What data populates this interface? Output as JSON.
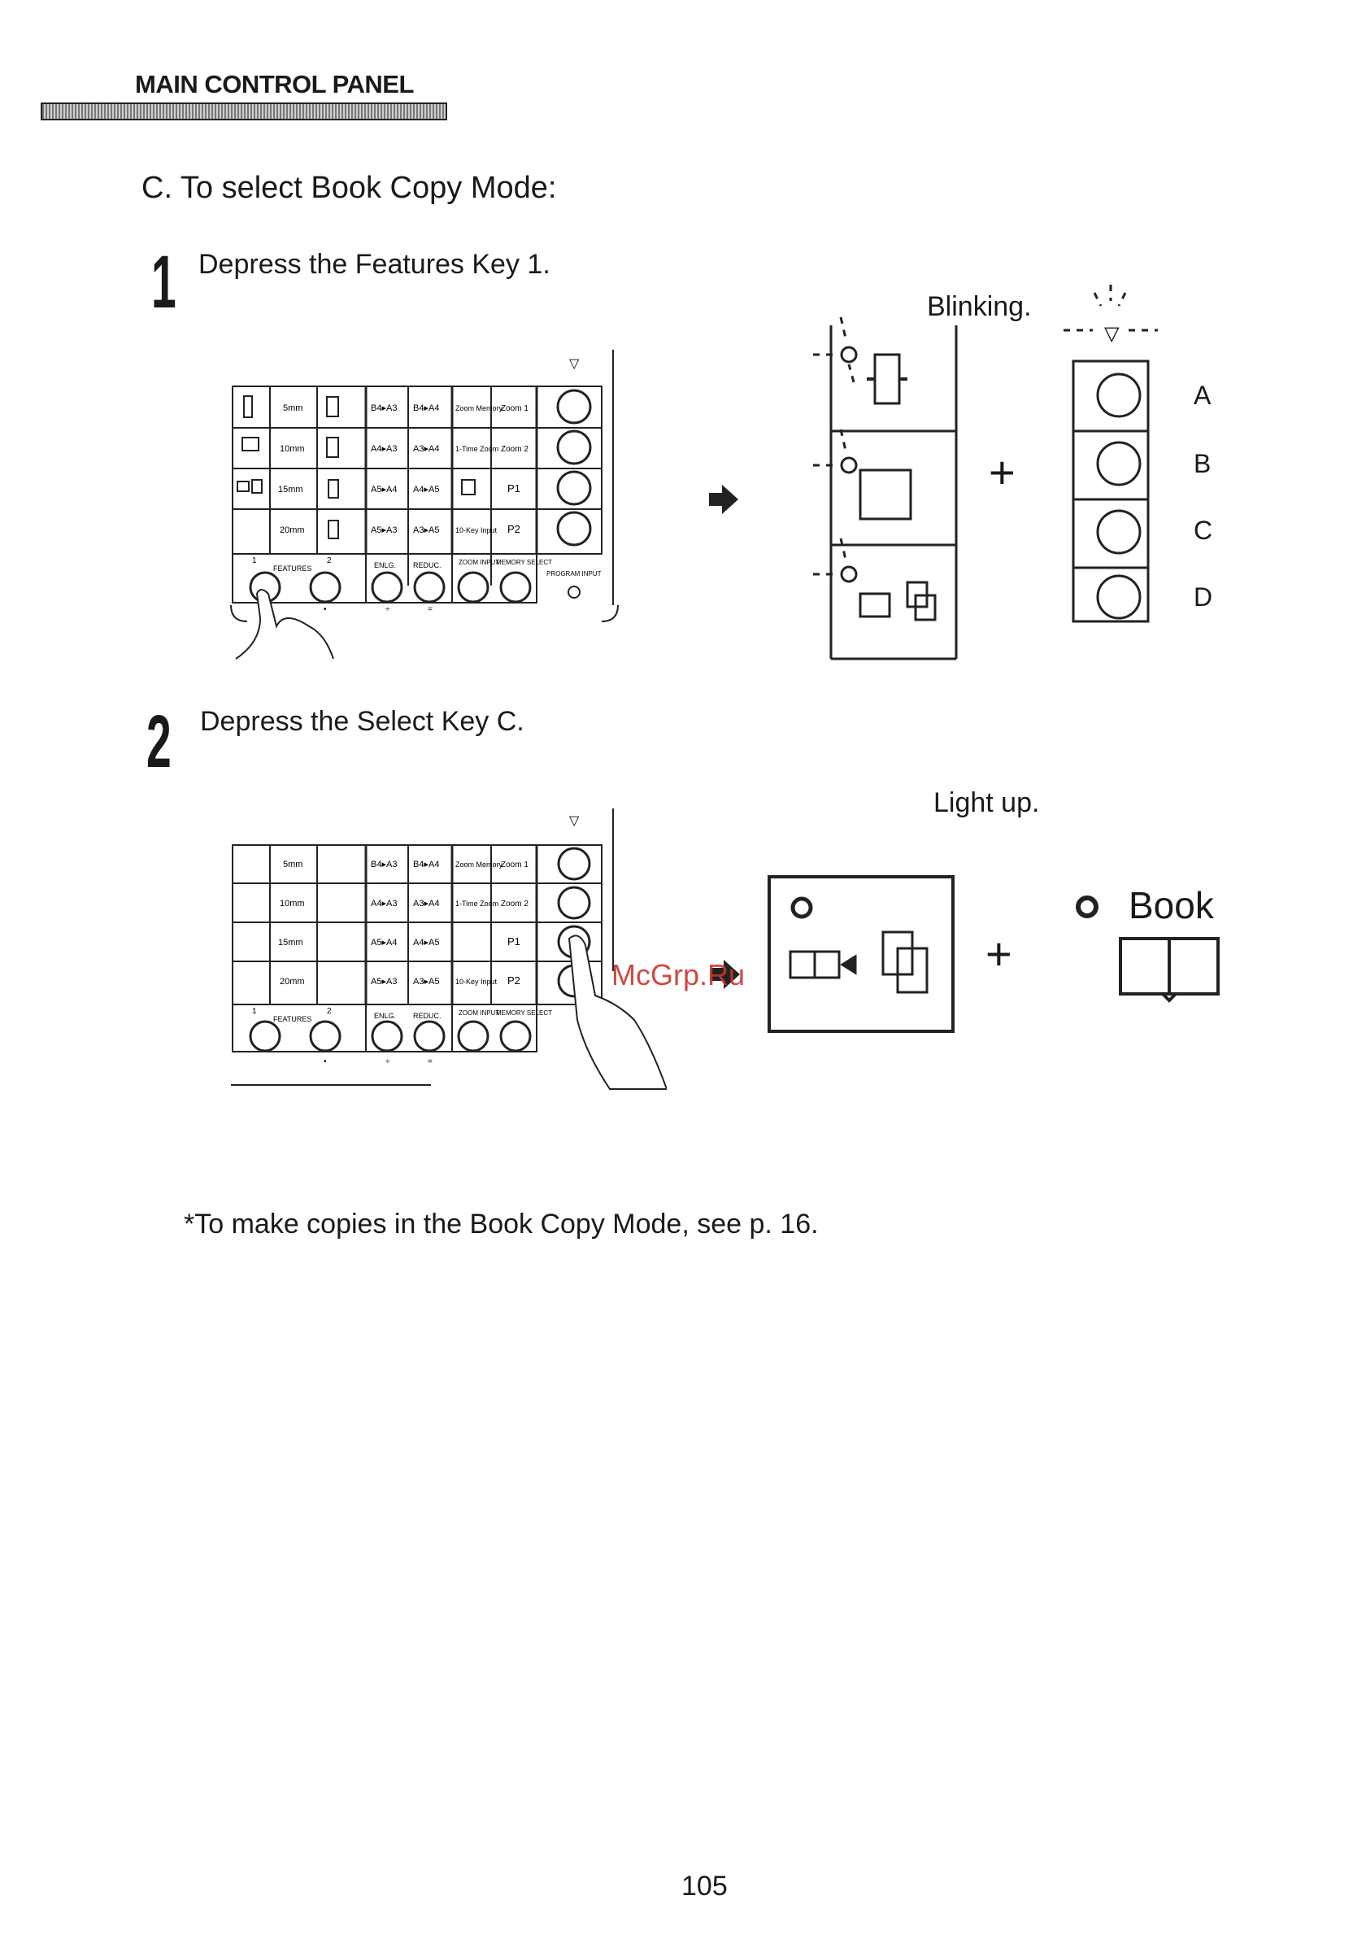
{
  "header": {
    "title": "MAIN CONTROL PANEL"
  },
  "section": {
    "title": "C.  To select Book Copy Mode:"
  },
  "steps": [
    {
      "number": "1",
      "text": "Depress the Features Key 1."
    },
    {
      "number": "2",
      "text": "Depress the Select Key C."
    }
  ],
  "panel": {
    "rows": [
      {
        "margin": "5mm",
        "size_a": "B4▸A3",
        "size_b": "B4▸A4",
        "mem_a": "Zoom Memory",
        "mem_b": "Zoom 1"
      },
      {
        "margin": "10mm",
        "size_a": "A4▸A3",
        "size_b": "A3▸A4",
        "mem_a": "1-Time Zoom",
        "mem_b": "Zoom 2"
      },
      {
        "margin": "15mm",
        "size_a": "A5▸A4",
        "size_b": "A4▸A5",
        "mem_a": "",
        "mem_b": "P1"
      },
      {
        "margin": "20mm",
        "size_a": "A5▸A3",
        "size_b": "A3▸A5",
        "mem_a": "10-Key Input",
        "mem_b": "P2"
      }
    ],
    "features_label": "FEATURES",
    "features_num_1": "1",
    "features_num_2": "2",
    "enlg": "ENLG.",
    "reduc": "REDUC.",
    "zoom_input": "ZOOM INPUT",
    "memory_select": "MEMORY SELECT",
    "program_input": "PROGRAM INPUT",
    "symbols": [
      "•",
      "÷",
      "="
    ]
  },
  "diagram1": {
    "status": "Blinking.",
    "plus": "+",
    "select_keys": [
      "A",
      "B",
      "C",
      "D"
    ]
  },
  "diagram2": {
    "status": "Light up.",
    "plus": "+",
    "book_label": "Book"
  },
  "watermark": "McGrp.Ru",
  "footnote": "*To make copies in the Book Copy Mode, see p. 16.",
  "page_number": "105"
}
